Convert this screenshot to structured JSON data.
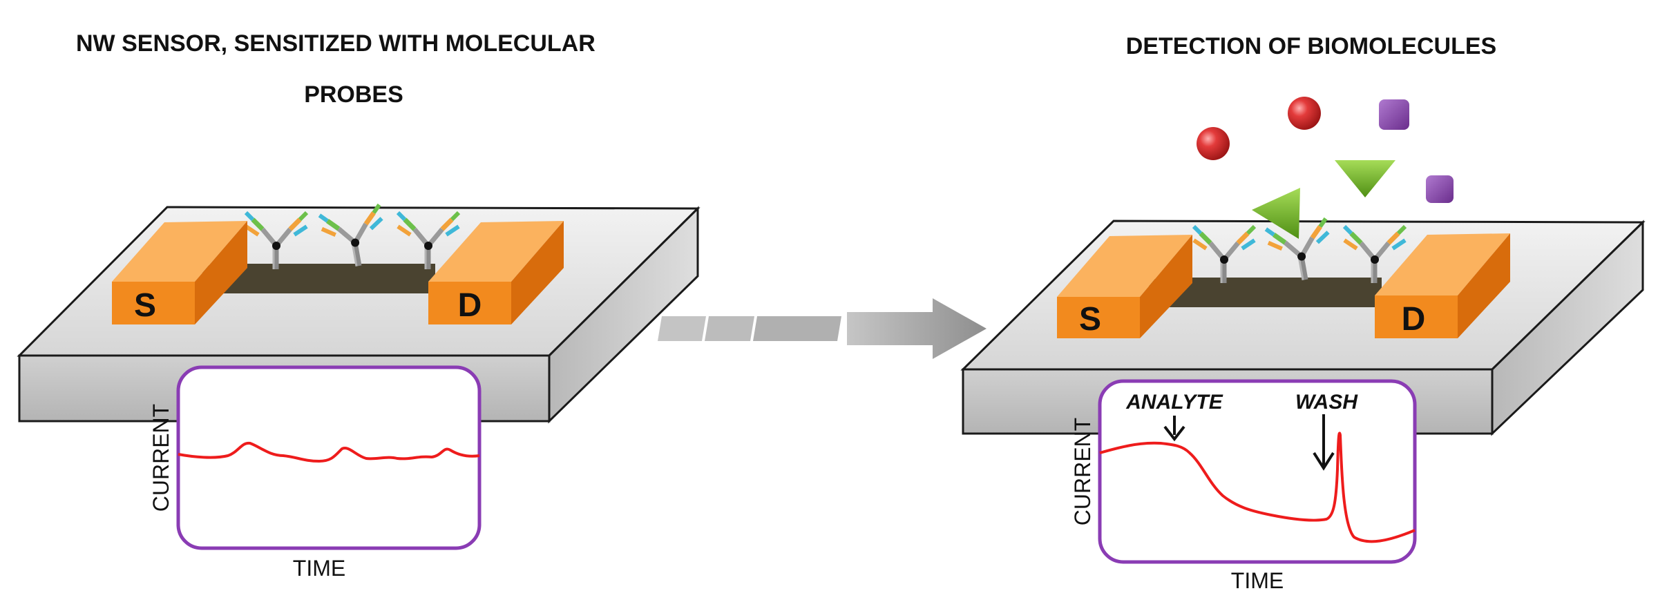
{
  "left_panel": {
    "title_line1": "NW SENSOR, SENSITIZED WITH MOLECULAR",
    "title_line2": "PROBES",
    "source_label": "S",
    "drain_label": "D",
    "graph": {
      "y_label": "CURRENT",
      "x_label": "TIME"
    }
  },
  "right_panel": {
    "title": "DETECTION OF BIOMOLECULES",
    "source_label": "S",
    "drain_label": "D",
    "graph": {
      "y_label": "CURRENT",
      "x_label": "TIME",
      "annotation_analyte": "ANALYTE",
      "annotation_wash": "WASH"
    }
  },
  "colors": {
    "electrode": "#f28a1e",
    "nanowire": "#4a4330",
    "trace": "#ee1c1c",
    "graph_border": "#8a3cb4",
    "substrate": "#dcdcdc",
    "analyte_sphere": "#e33b3b",
    "analyte_square": "#8a4aa8",
    "analyte_triangle": "#7cbc2c"
  }
}
